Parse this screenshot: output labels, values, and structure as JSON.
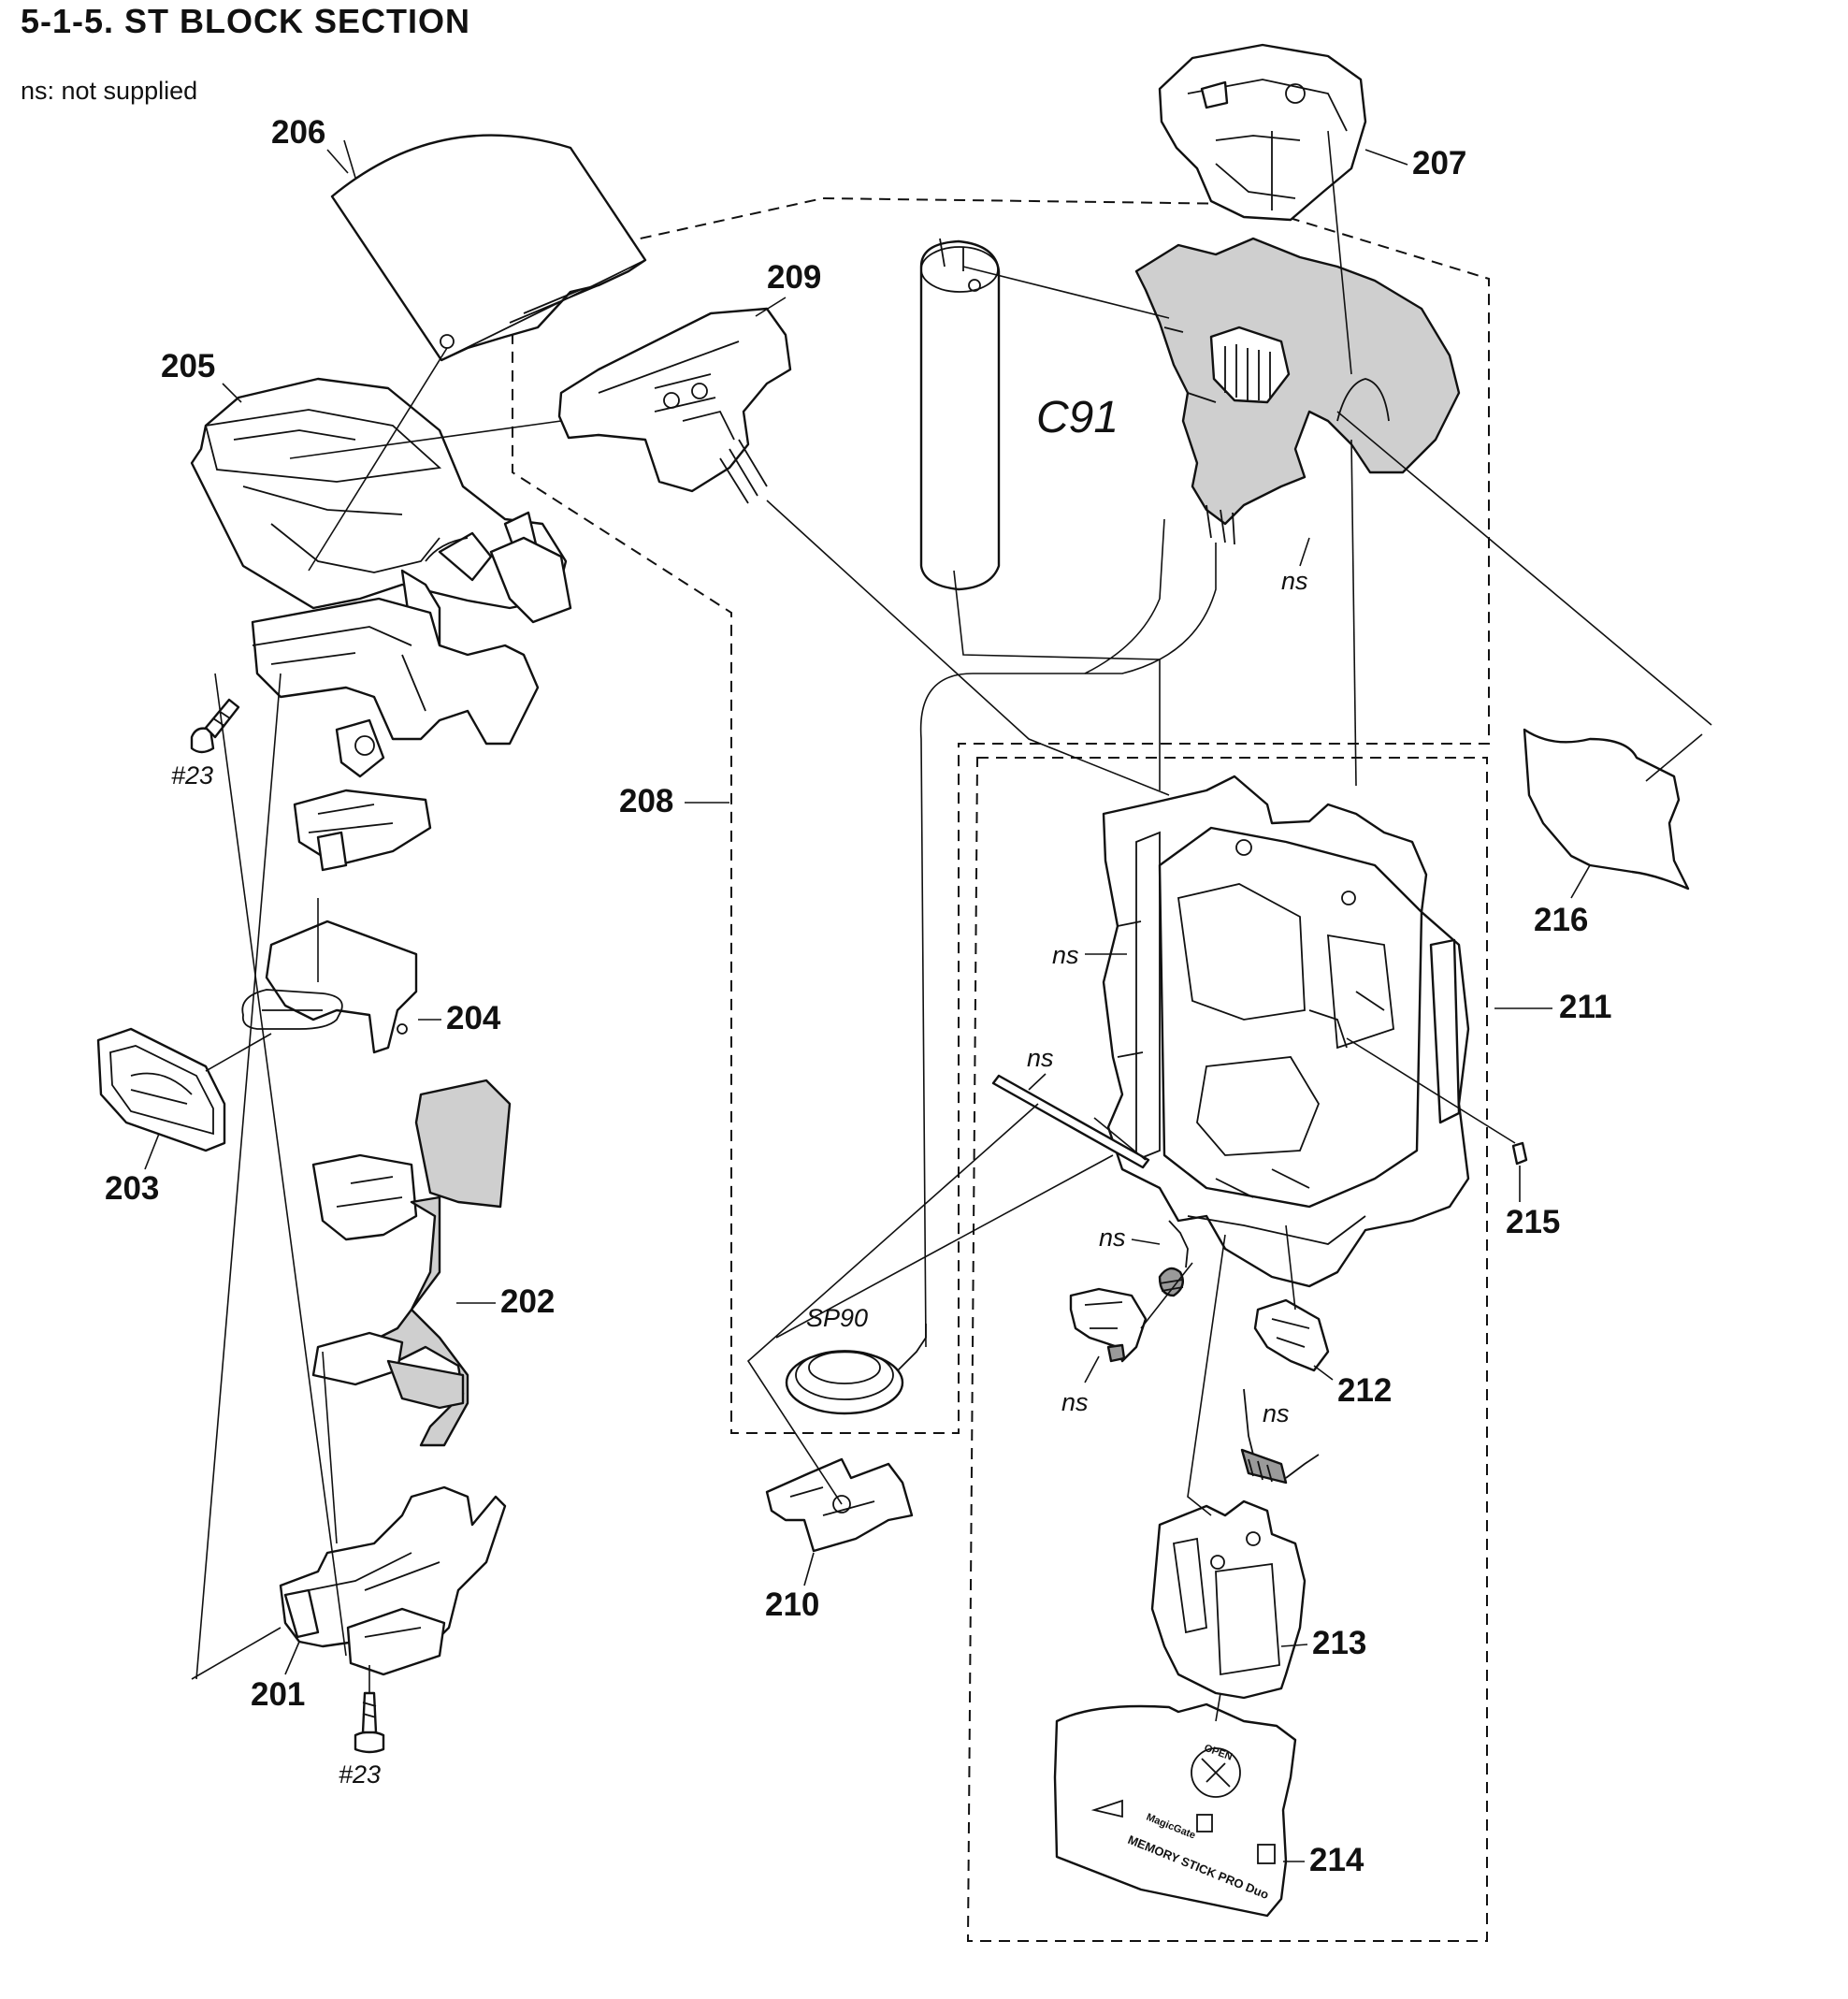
{
  "header": {
    "title": "5-1-5.  ST BLOCK SECTION",
    "note": "ns: not supplied"
  },
  "labels": {
    "p201": "201",
    "p202": "202",
    "p203": "203",
    "p204": "204",
    "p205": "205",
    "p206": "206",
    "p207": "207",
    "p208": "208",
    "p209": "209",
    "p210": "210",
    "p211": "211",
    "p212": "212",
    "p213": "213",
    "p214": "214",
    "p215": "215",
    "p216": "216",
    "ns": "ns",
    "screw": "#23",
    "capacitor": "C91",
    "speaker": "SP90"
  },
  "lid_text": {
    "open": "OPEN",
    "brand1": "MagicGate",
    "brand2": "MEMORY STICK PRO Duo"
  }
}
